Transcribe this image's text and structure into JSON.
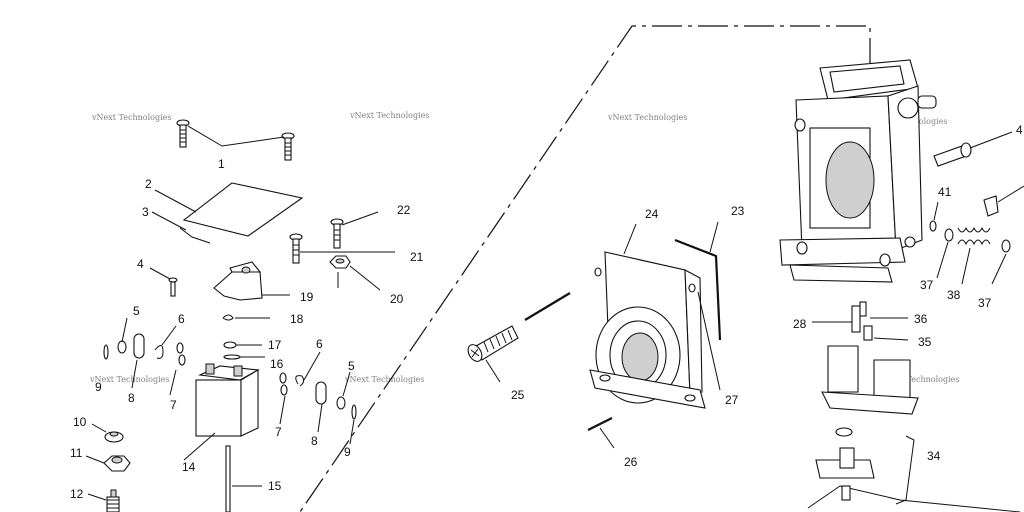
{
  "watermark_text": "vNext Technologies",
  "callouts": {
    "c1": "1",
    "c2": "2",
    "c3": "3",
    "c4": "4",
    "c5a": "5",
    "c6a": "6",
    "c9a": "9",
    "c8a": "8",
    "c7a": "7",
    "c10": "10",
    "c11": "11",
    "c12": "12",
    "c14": "14",
    "c15": "15",
    "c16": "16",
    "c17": "17",
    "c18": "18",
    "c19": "19",
    "c20": "20",
    "c21": "21",
    "c22": "22",
    "c6b": "6",
    "c5b": "5",
    "c7b": "7",
    "c8b": "8",
    "c9b": "9",
    "c23": "23",
    "c24": "24",
    "c25": "25",
    "c26": "26",
    "c27": "27",
    "c28": "28",
    "c34": "34",
    "c35": "35",
    "c36": "36",
    "c37a": "37",
    "c37b": "37",
    "c38": "38",
    "c41": "41",
    "c4r": "4"
  }
}
